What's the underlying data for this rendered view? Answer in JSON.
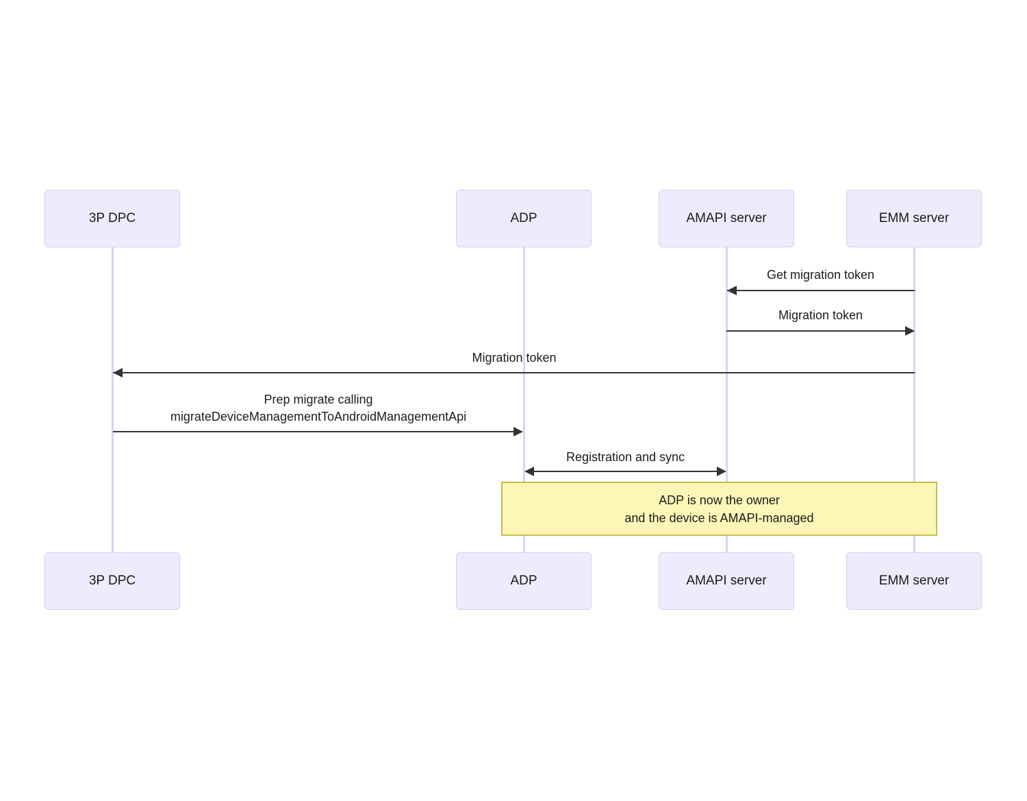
{
  "diagram": {
    "type": "sequence-diagram",
    "title": "",
    "background_color": "#ffffff",
    "participant_fill": "#ececfe",
    "participant_border": "#d6cdf0",
    "lifeline_color": "#dcd3f5",
    "arrow_color": "#333333",
    "note_fill": "#fdf6b7",
    "note_border": "#c7bd4a"
  },
  "participants": [
    {
      "id": "dpc",
      "label": "3P DPC"
    },
    {
      "id": "adp",
      "label": "ADP"
    },
    {
      "id": "amapi",
      "label": "AMAPI server"
    },
    {
      "id": "emm",
      "label": "EMM server"
    }
  ],
  "participants_bottom": [
    {
      "id": "dpc",
      "label": "3P DPC"
    },
    {
      "id": "adp",
      "label": "ADP"
    },
    {
      "id": "amapi",
      "label": "AMAPI server"
    },
    {
      "id": "emm",
      "label": "EMM server"
    }
  ],
  "messages": [
    {
      "id": "m1",
      "label": "Get migration token",
      "from": "emm",
      "to": "amapi",
      "direction": "left"
    },
    {
      "id": "m2",
      "label": "Migration token",
      "from": "amapi",
      "to": "emm",
      "direction": "right"
    },
    {
      "id": "m3",
      "label": "Migration token",
      "from": "emm",
      "to": "dpc",
      "direction": "left"
    },
    {
      "id": "m4",
      "label": "Prep migrate calling\nmigrateDeviceManagementToAndroidManagementApi",
      "from": "dpc",
      "to": "adp",
      "direction": "right"
    },
    {
      "id": "m5",
      "label": "Registration and sync",
      "from": "adp",
      "to": "amapi",
      "direction": "both"
    }
  ],
  "notes": [
    {
      "id": "n1",
      "text": "ADP is now the owner\nand the device is AMAPI-managed"
    }
  ]
}
